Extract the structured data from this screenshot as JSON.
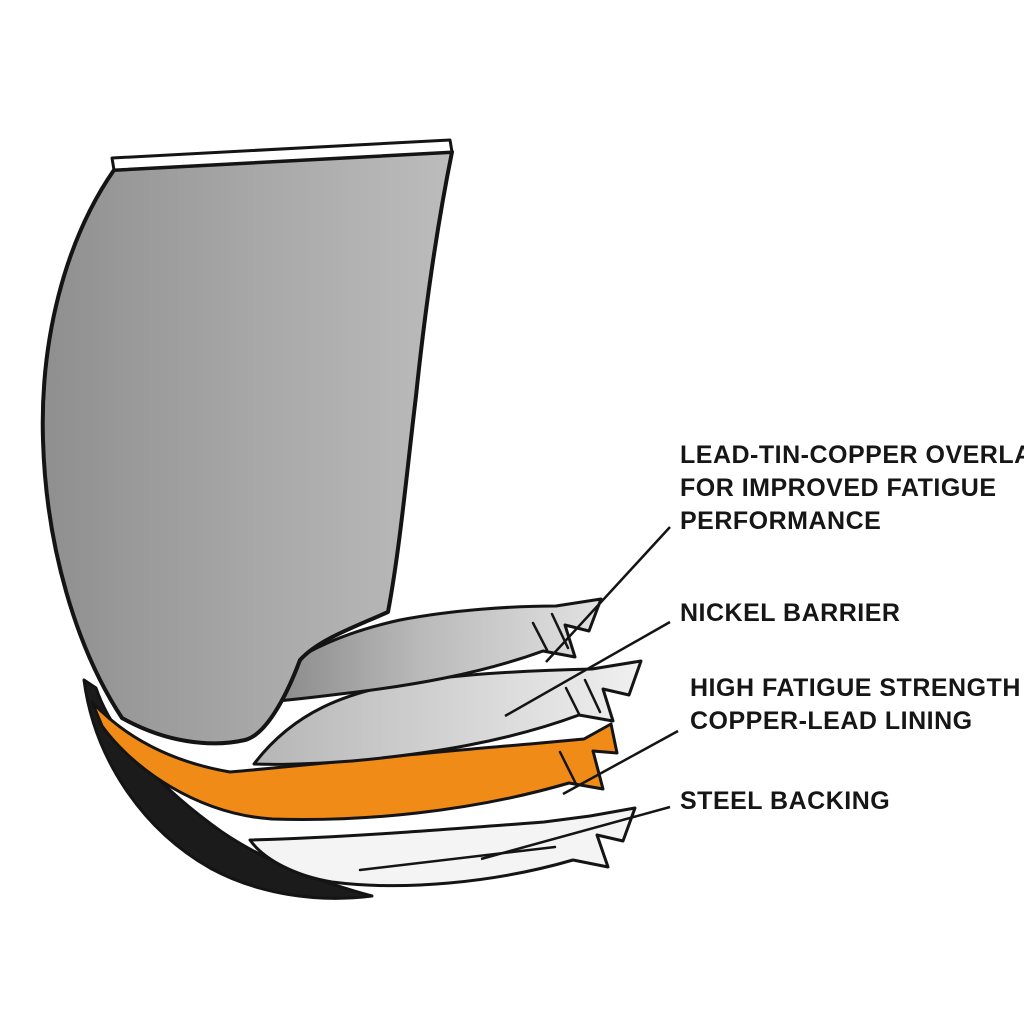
{
  "diagram": {
    "type": "cutaway-layer-diagram",
    "subject": "engine bearing layer construction",
    "labels": {
      "overlay": {
        "line1": "LEAD-TIN-COPPER OVERLAY",
        "line2": "FOR IMPROVED FATIGUE",
        "line3": "PERFORMANCE"
      },
      "nickel": {
        "text": "NICKEL BARRIER"
      },
      "copper_lead": {
        "line1": "HIGH FATIGUE STRENGTH",
        "line2": "COPPER-LEAD LINING"
      },
      "steel": {
        "text": "STEEL BACKING"
      }
    },
    "colors": {
      "copper_lead_lining": "#ef8b16",
      "shell_gray": "#a6a6a6",
      "steel_backing": "#f4f4f4",
      "shell_edge_dark": "#1b1b1b",
      "outline": "#141414",
      "label_text": "#161616",
      "background": "#ffffff"
    }
  }
}
